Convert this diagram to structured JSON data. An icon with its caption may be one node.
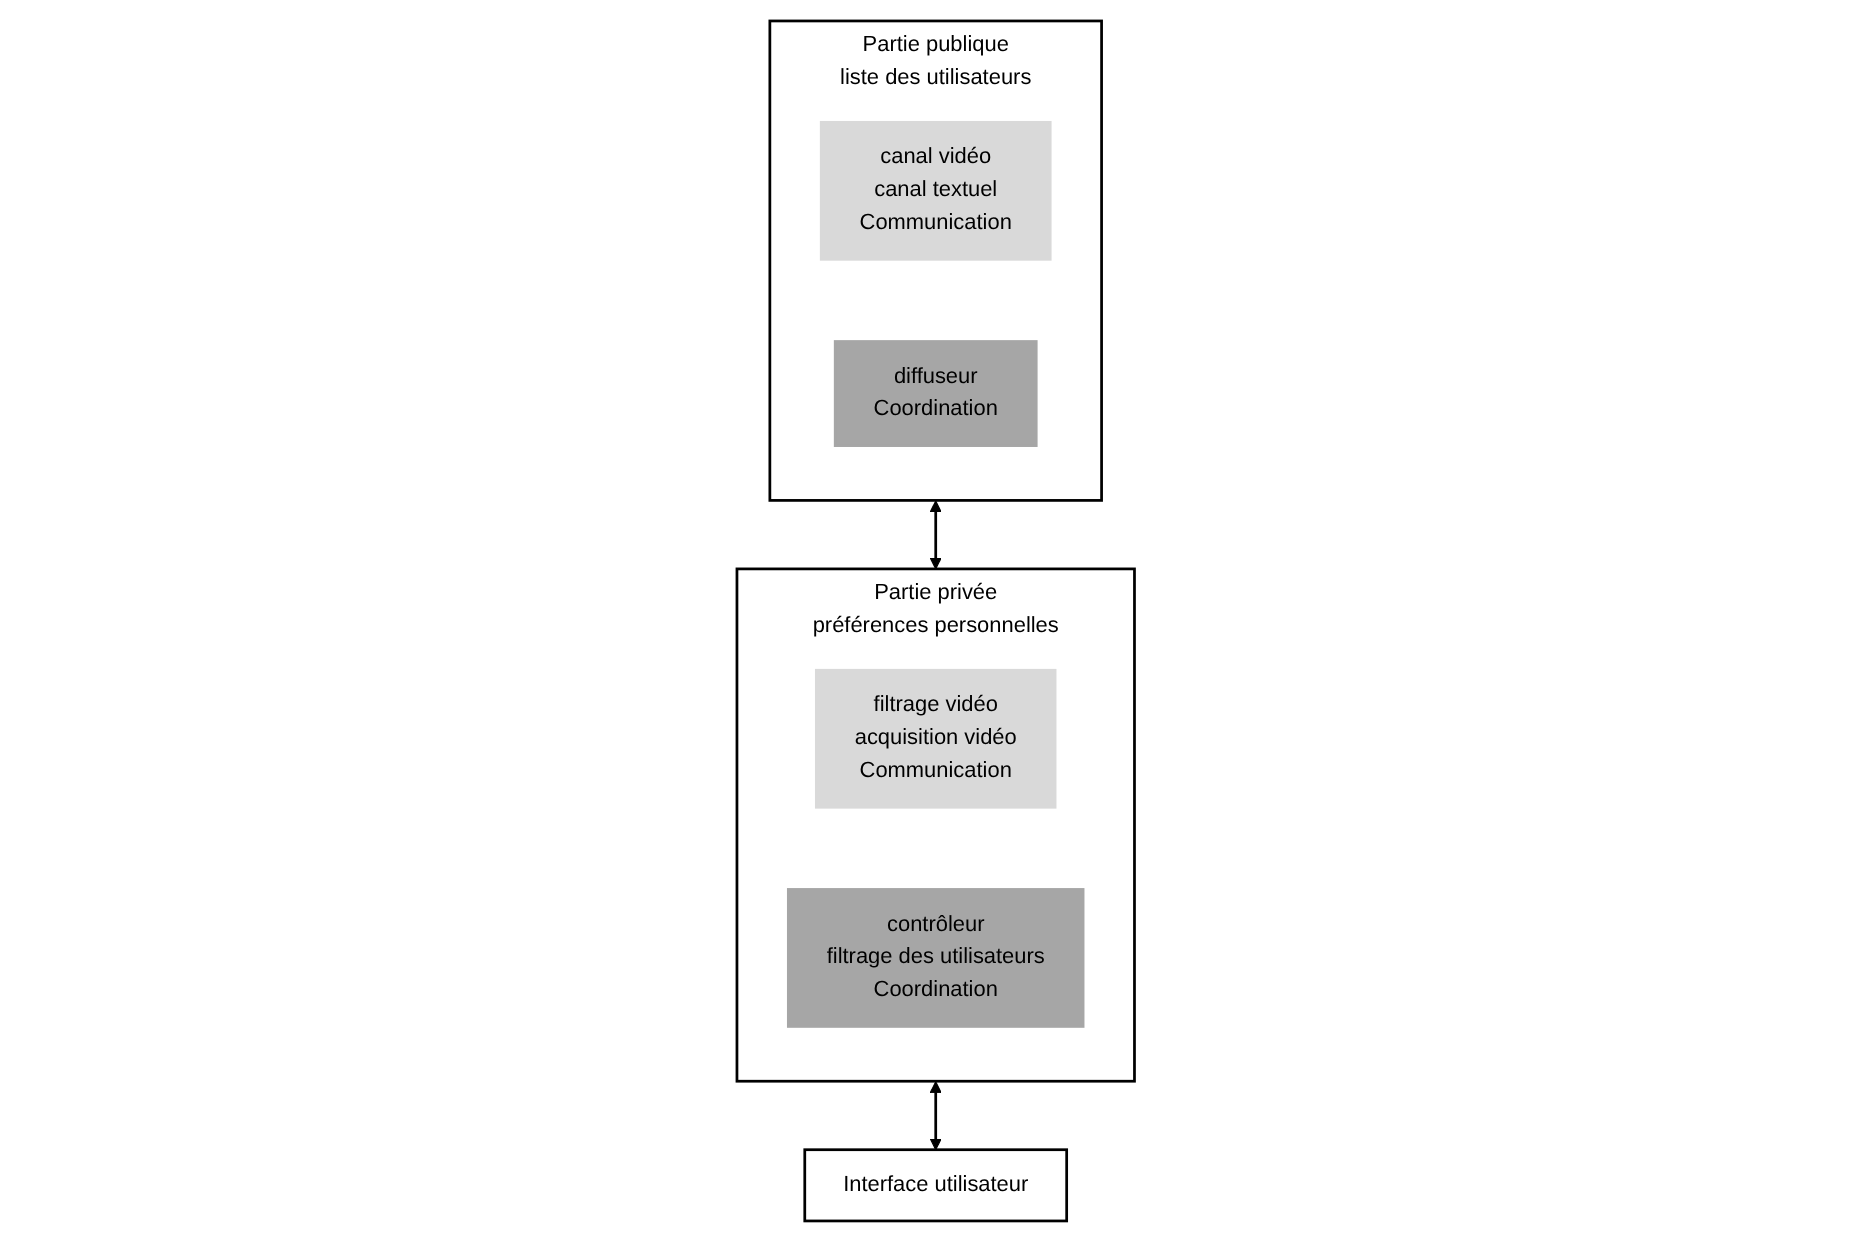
{
  "diagram": {
    "nodes": [
      {
        "text": [
          "Partie publique",
          "liste des utilisateurs"
        ]
      },
      {
        "text": [
          "canal vidéo",
          "canal textuel",
          "Communication"
        ],
        "in": 0
      },
      {
        "text": [
          "diffuseur",
          "Coordination"
        ],
        "in": 0
      },
      {
        "text": [
          "Partie privée",
          "préférences personnelles"
        ]
      },
      {
        "text": [
          "filtrage vidéo",
          "acquisition vidéo",
          "Communication"
        ],
        "in": 3
      },
      {
        "text": [
          "contrôleur",
          "filtrage des utilisateurs",
          "Coordination"
        ],
        "in": 3
      },
      {
        "text": [
          "Interface utilisateur"
        ]
      }
    ],
    "edges": [
      {
        "from": 0,
        "to": 3,
        "arrow": "both"
      },
      {
        "from": 3,
        "to": 6,
        "arrow": "both"
      }
    ]
  }
}
